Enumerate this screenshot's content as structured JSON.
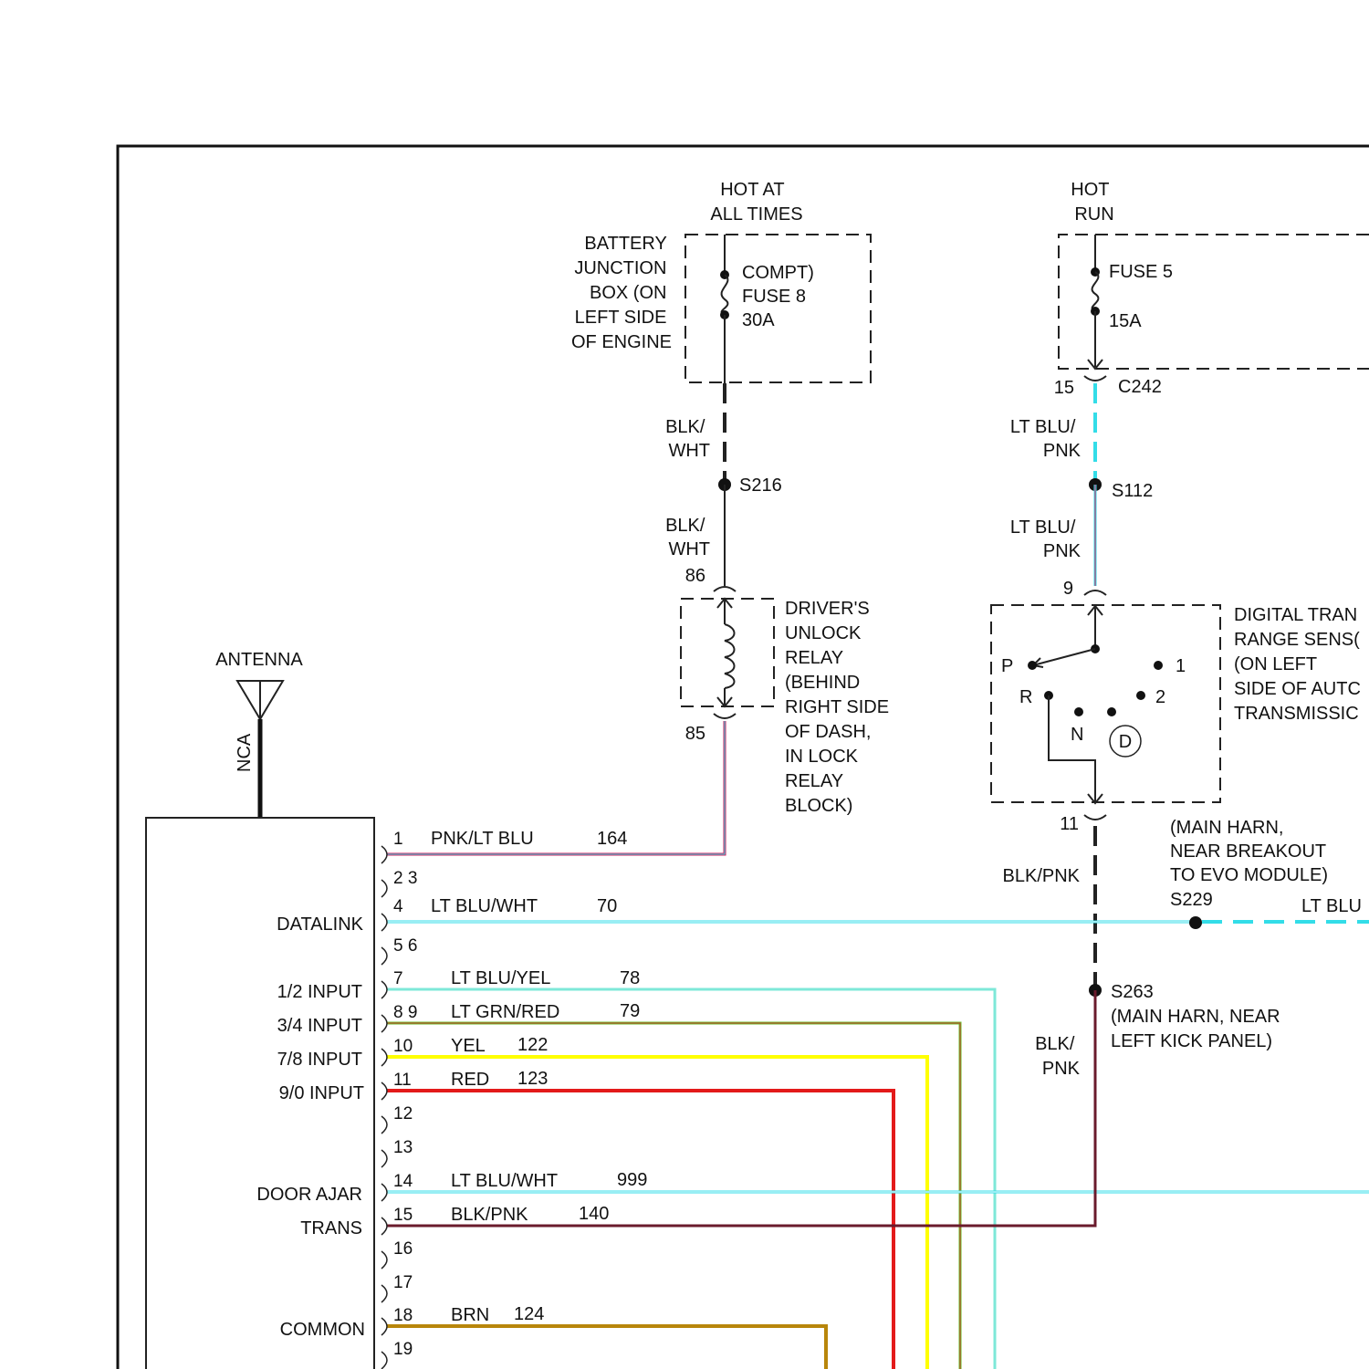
{
  "colors": {
    "frame": "#111111",
    "black": "#222222",
    "pnk_lt_blu": "#d11f5e",
    "lt_blu": "#33dde8",
    "lt_blu_yel": "#7ee8d8",
    "lt_grn_red": "#6cbf2c",
    "yel": "#ffff00",
    "red": "#e31a1a",
    "brn": "#b8860b",
    "blk_pnk": "#6a1b2c"
  },
  "power": {
    "hot_all_times": [
      "HOT AT",
      "ALL TIMES"
    ],
    "hot_run": [
      "HOT",
      "RUN"
    ],
    "battery_junction_box": [
      "BATTERY",
      "JUNCTION",
      "BOX (ON",
      "LEFT SIDE",
      "OF ENGINE"
    ],
    "fuse8": [
      "COMPT)",
      "FUSE 8",
      "30A"
    ],
    "fuse5": [
      "FUSE 5",
      "15A"
    ]
  },
  "connector_c242": {
    "name": "C242",
    "pin": "15"
  },
  "splices": {
    "s216": "S216",
    "s112": "S112",
    "s229": "S229",
    "s263": "S263",
    "s229_desc": [
      "(MAIN HARN,",
      "NEAR BREAKOUT",
      "TO EVO MODULE)"
    ],
    "s263_desc": [
      "(MAIN HARN, NEAR",
      "LEFT KICK PANEL)"
    ]
  },
  "wire_labels": {
    "blk_wht_1": [
      "BLK/",
      "WHT"
    ],
    "blk_wht_2": [
      "BLK/",
      "WHT"
    ],
    "lt_blu_pnk_1": [
      "LT BLU/",
      "PNK"
    ],
    "lt_blu_pnk_2": [
      "LT BLU/",
      "PNK"
    ],
    "blk_pnk_mid": "BLK/PNK",
    "blk_pnk_low": [
      "BLK/",
      "PNK"
    ],
    "lt_blu_right": "LT BLU"
  },
  "relay": {
    "pin_top": "86",
    "pin_bottom": "85",
    "label": [
      "DRIVER'S",
      "UNLOCK",
      "RELAY",
      "(BEHIND",
      "RIGHT SIDE",
      "OF DASH,",
      "IN LOCK",
      "RELAY",
      "BLOCK)"
    ]
  },
  "sensor": {
    "pin_top": "9",
    "pin_bottom": "11",
    "positions": {
      "p": "P",
      "r": "R",
      "n": "N",
      "d": "D",
      "one": "1",
      "two": "2"
    },
    "label": [
      "DIGITAL TRAN",
      "RANGE SENS(",
      "(ON LEFT",
      "SIDE OF AUTC",
      "TRANSMISSIC"
    ]
  },
  "antenna": {
    "label": "ANTENNA",
    "wire": "NCA"
  },
  "module": {
    "functions": {
      "datalink": "DATALINK",
      "input_12": "1/2 INPUT",
      "input_34": "3/4 INPUT",
      "input_78": "7/8 INPUT",
      "input_90": "9/0 INPUT",
      "door_ajar": "DOOR AJAR",
      "trans": "TRANS",
      "common": "COMMON"
    },
    "pins": [
      {
        "pin": "1",
        "color": "PNK/LT BLU",
        "circuit": "164"
      },
      {
        "pin": "2 3",
        "color": "",
        "circuit": ""
      },
      {
        "pin": "4",
        "color": "LT BLU/WHT",
        "circuit": "70"
      },
      {
        "pin": "5 6",
        "color": "",
        "circuit": ""
      },
      {
        "pin": "7",
        "color": "LT BLU/YEL",
        "circuit": "78"
      },
      {
        "pin": "8 9",
        "color": "LT GRN/RED",
        "circuit": "79"
      },
      {
        "pin": "10",
        "color": "YEL",
        "circuit": "122"
      },
      {
        "pin": "11",
        "color": "RED",
        "circuit": "123"
      },
      {
        "pin": "12",
        "color": "",
        "circuit": ""
      },
      {
        "pin": "13",
        "color": "",
        "circuit": ""
      },
      {
        "pin": "14",
        "color": "LT BLU/WHT",
        "circuit": "999"
      },
      {
        "pin": "15",
        "color": "BLK/PNK",
        "circuit": "140"
      },
      {
        "pin": "16",
        "color": "",
        "circuit": ""
      },
      {
        "pin": "17",
        "color": "",
        "circuit": ""
      },
      {
        "pin": "18",
        "color": "BRN",
        "circuit": "124"
      },
      {
        "pin": "19",
        "color": "",
        "circuit": ""
      }
    ]
  }
}
